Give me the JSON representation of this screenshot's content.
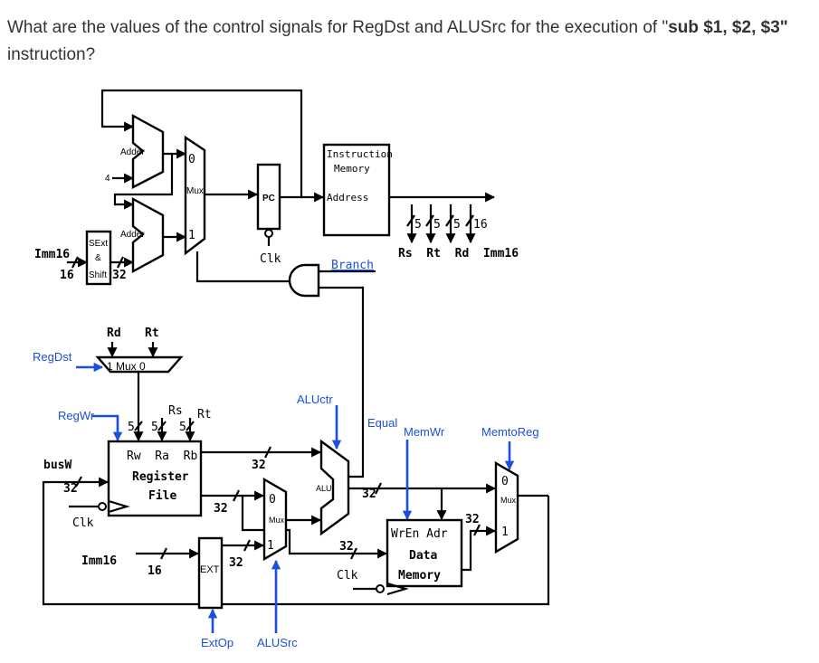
{
  "question": {
    "prefix": "What are the values of the control signals for RegDst and ALUSrc for the execution of \"",
    "instruction": "sub $1, $2, $3\"",
    "suffix": " instruction?"
  },
  "diagram": {
    "adder_top": "Adder",
    "adder_bottom": "Adder",
    "const_four": "4",
    "sext_lines": [
      "SExt",
      "&",
      "Shift"
    ],
    "imm16_top": "Imm16",
    "imm16_top_width": "16",
    "sext_out_width": "32",
    "pc_mux": {
      "in0": "0",
      "label": "Mux",
      "in1": "1"
    },
    "pc": "PC",
    "pc_clk": "Clk",
    "imem_title_1": "Instruction",
    "imem_title_2": "Memory",
    "imem_address": "Address",
    "field_widths": [
      "5",
      "5",
      "5",
      "16"
    ],
    "fields_label": "Rs  Rt  Rd  Imm16",
    "branch": "Branch",
    "rd": "Rd",
    "rt": "Rt",
    "regdst": "RegDst",
    "regdst_mux": "1 Mux 0",
    "regwr": "RegWr",
    "rf_widths": [
      "5",
      "5",
      "5"
    ],
    "rs_label": "Rs",
    "rt_label": "Rt",
    "rf_ports": "Rw  Ra  Rb",
    "rf_title_1": "Register",
    "rf_title_2": "File",
    "busw": "busW",
    "busw_width": "32",
    "rf_clk": "Clk",
    "busa_width": "32",
    "busb_width": "32",
    "imm16_bottom": "Imm16",
    "imm16_bottom_width": "16",
    "ext": "EXT",
    "ext_out_width": "32",
    "extop": "ExtOp",
    "alusrc": "ALUSrc",
    "alusrc_mux": {
      "in0": "0",
      "label": "Mux",
      "in1": "1"
    },
    "aluctr": "ALUctr",
    "alu": "ALU",
    "equal": "Equal",
    "alu_out_width": "32",
    "memwr": "MemWr",
    "memtoreg": "MemtoReg",
    "dmem_ports": "WrEn Adr",
    "dmem_title_1": "Data",
    "dmem_title_2": "Memory",
    "dmem_in_width": "32",
    "dmem_clk": "Clk",
    "dmem_out_width": "32",
    "memtoreg_mux": {
      "in0": "0",
      "label": "Mux",
      "in1": "1"
    },
    "signal_color": "#1a4fe0"
  }
}
